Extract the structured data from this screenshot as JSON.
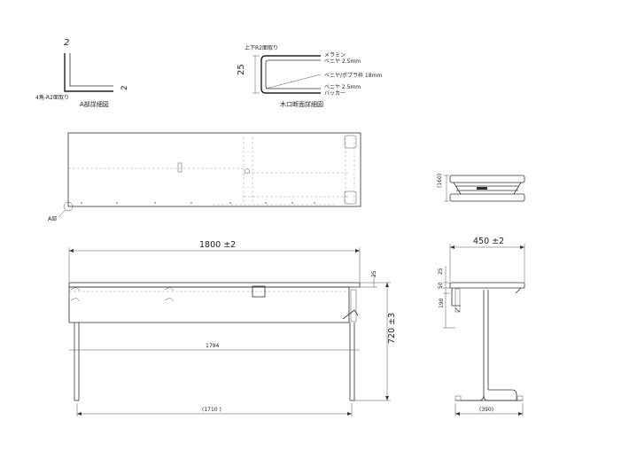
{
  "detail_a": {
    "corner_left": "2",
    "corner_right": "2",
    "radius_note": "4角-R2面取り",
    "caption": "A部詳細図"
  },
  "edge_detail": {
    "top_note": "上下R2面取り",
    "height_dim": "25",
    "caption": "木口断面詳細図",
    "layers": [
      "メラミン",
      "ベニヤ 2.5mm",
      "ベニヤ/ポプラ枠 18mm",
      "ベニヤ 2.5mm",
      "バッカー"
    ]
  },
  "plan_view": {
    "callout": "A部"
  },
  "side_view": {
    "depth_dim": "(160)"
  },
  "front_view": {
    "width_dim": "1800 ±2",
    "inner_dim": "1794",
    "leg_span_dim": "(1710 )",
    "height_dim": "720 ±3",
    "top_thickness_dim": "25"
  },
  "end_view": {
    "depth_dim": "450 ±2",
    "dim_25": "25",
    "dim_50": "50",
    "dim_190": "190",
    "foot_dim": "(390)"
  }
}
